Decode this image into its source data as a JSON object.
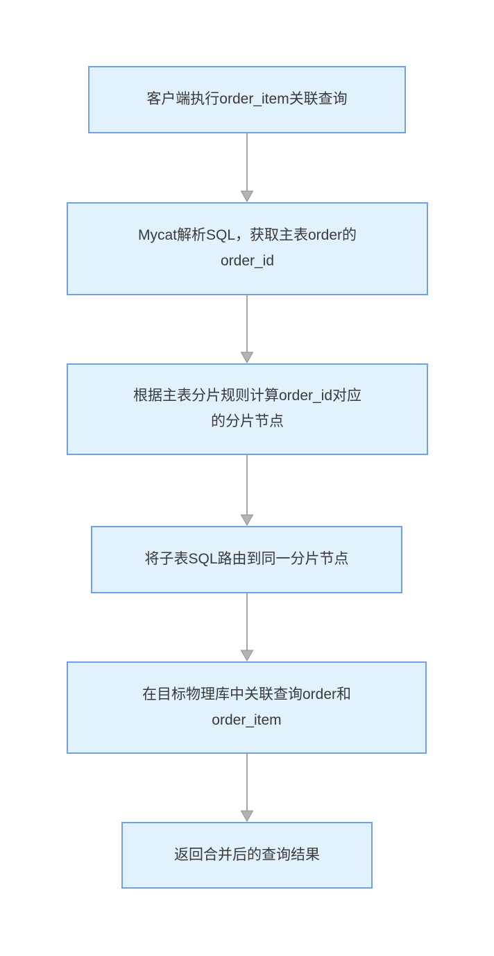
{
  "flowchart": {
    "steps": [
      {
        "label": "客户端执行order_item关联查询"
      },
      {
        "label": "Mycat解析SQL，获取主表order的\norder_id"
      },
      {
        "label": "根据主表分片规则计算order_id对应\n的分片节点"
      },
      {
        "label": "将子表SQL路由到同一分片节点"
      },
      {
        "label": "在目标物理库中关联查询order和\norder_item"
      },
      {
        "label": "返回合并后的查询结果"
      }
    ],
    "connectors": [
      {
        "from": 1,
        "to": 2
      },
      {
        "from": 2,
        "to": 3
      },
      {
        "from": 3,
        "to": 4
      },
      {
        "from": 4,
        "to": 5
      },
      {
        "from": 5,
        "to": 6
      }
    ],
    "colors": {
      "node_fill": "#e1f2fd",
      "node_border": "#6f9ff1",
      "node_text": "#3a3a3a",
      "arrow_line": "#a6a6a6",
      "arrow_head_fill": "#b3b3b3",
      "arrow_head_stroke": "#8f8f8f",
      "background": "#ffffff"
    }
  }
}
